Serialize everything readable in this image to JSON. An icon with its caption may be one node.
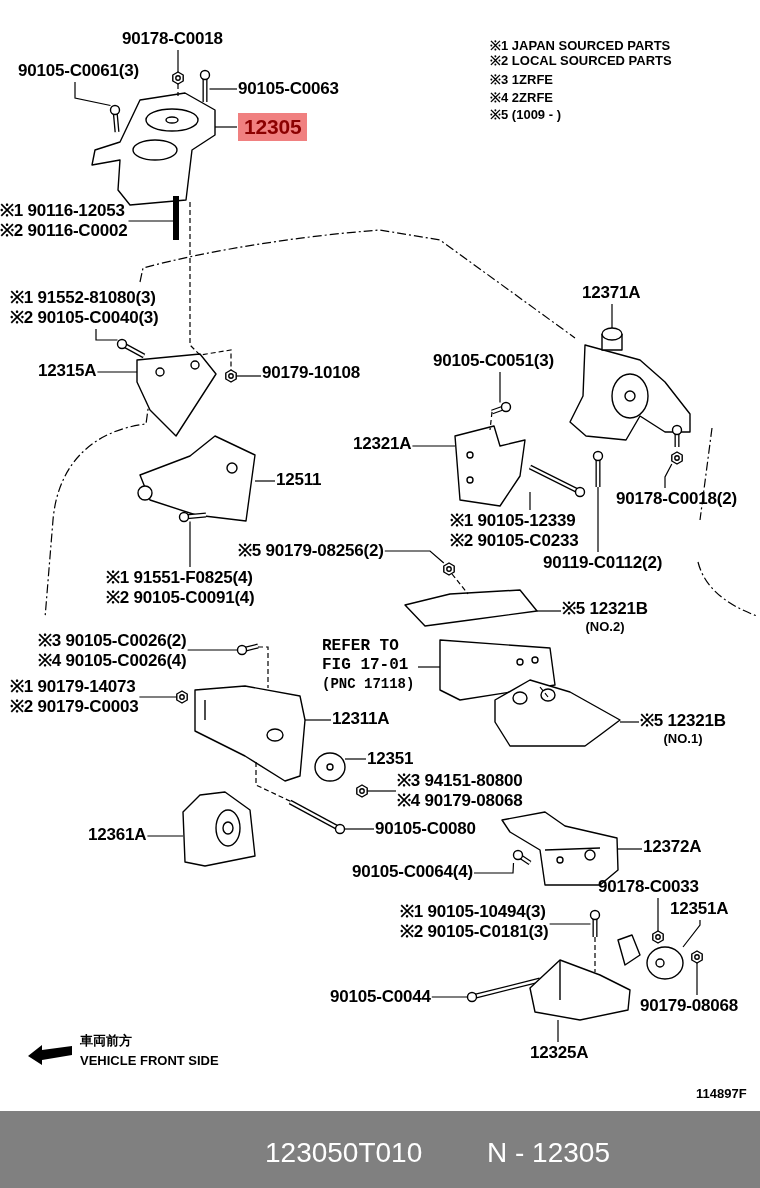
{
  "diagram": {
    "nodes": [
      {
        "text": [
          "90178-C0018"
        ]
      },
      {
        "text": [
          "90105-C0061(3)"
        ]
      },
      {
        "text": [
          "90105-C0063"
        ]
      },
      {
        "text": [
          "12305"
        ]
      },
      {
        "text": [
          "※1 90116-12053",
          "※2 90116-C0002"
        ]
      },
      {
        "text": [
          "※1 91552-81080(3)",
          "※2 90105-C0040(3)"
        ]
      },
      {
        "text": [
          "12315A"
        ]
      },
      {
        "text": [
          "90179-10108"
        ]
      },
      {
        "text": [
          "12511"
        ]
      },
      {
        "text": [
          "※1 91551-F0825(4)",
          "※2 90105-C0091(4)"
        ]
      },
      {
        "text": [
          "90105-C0051(3)"
        ]
      },
      {
        "text": [
          "12321A"
        ]
      },
      {
        "text": [
          "※1 90105-12339",
          "※2 90105-C0233"
        ]
      },
      {
        "text": [
          "12371A"
        ]
      },
      {
        "text": [
          "90178-C0018(2)"
        ]
      },
      {
        "text": [
          "90119-C0112(2)"
        ]
      },
      {
        "text": [
          "※5 90179-08256(2)"
        ]
      },
      {
        "text": [
          "※5 12321B",
          "(NO.2)"
        ]
      },
      {
        "text": [
          "REFER TO FIG 17-01",
          "(PNC 17118)"
        ]
      },
      {
        "text": [
          "※5 12321B",
          "(NO.1)"
        ]
      },
      {
        "text": [
          "※3 90105-C0026(2)",
          "※4 90105-C0026(4)"
        ]
      },
      {
        "text": [
          "※1 90179-14073",
          "※2 90179-C0003"
        ]
      },
      {
        "text": [
          "12311A"
        ]
      },
      {
        "text": [
          "12351"
        ]
      },
      {
        "text": [
          "※3 94151-80800",
          "※4 90179-08068"
        ]
      },
      {
        "text": [
          "90105-C0080"
        ]
      },
      {
        "text": [
          "12361A"
        ]
      },
      {
        "text": [
          "90105-C0064(4)"
        ]
      },
      {
        "text": [
          "12372A"
        ]
      },
      {
        "text": [
          "90178-C0033"
        ]
      },
      {
        "text": [
          "12351A"
        ]
      },
      {
        "text": [
          "※1 90105-10494(3)",
          "※2 90105-C0181(3)"
        ]
      },
      {
        "text": [
          "90105-C0044"
        ]
      },
      {
        "text": [
          "90179-08068"
        ]
      },
      {
        "text": [
          "12325A"
        ]
      },
      {
        "text": [],
        "shape": "picture"
      },
      {
        "text": [],
        "shape": "picture"
      },
      {
        "text": [],
        "shape": "picture"
      },
      {
        "text": [],
        "shape": "picture"
      },
      {
        "text": [],
        "shape": "picture"
      },
      {
        "text": [],
        "shape": "picture"
      },
      {
        "text": [],
        "shape": "picture"
      },
      {
        "text": [],
        "shape": "picture"
      },
      {
        "text": [],
        "shape": "picture"
      },
      {
        "text": [],
        "shape": "picture"
      },
      {
        "text": [],
        "shape": "picture"
      },
      {
        "text": [],
        "shape": "picture"
      },
      {
        "text": [],
        "shape": "picture"
      },
      {
        "text": [],
        "shape": "picture"
      },
      {
        "text": [],
        "shape": "picture"
      },
      {
        "text": [],
        "shape": "picture"
      },
      {
        "text": [],
        "shape": "picture"
      },
      {
        "text": [],
        "shape": "picture"
      },
      {
        "text": [],
        "shape": "picture"
      },
      {
        "text": [],
        "shape": "picture"
      },
      {
        "text": [],
        "shape": "picture"
      },
      {
        "text": [],
        "shape": "picture"
      },
      {
        "text": [],
        "shape": "picture"
      },
      {
        "text": [],
        "shape": "picture"
      },
      {
        "text": [],
        "shape": "picture"
      },
      {
        "text": [],
        "shape": "picture"
      },
      {
        "text": [],
        "shape": "picture"
      },
      {
        "text": [],
        "shape": "picture"
      },
      {
        "text": [],
        "shape": "picture"
      },
      {
        "text": [],
        "shape": "picture"
      },
      {
        "text": [],
        "shape": "picture"
      },
      {
        "text": [],
        "shape": "picture"
      },
      {
        "text": [],
        "shape": "picture"
      },
      {
        "text": [],
        "shape": "picture"
      },
      {
        "text": [],
        "shape": "picture"
      }
    ],
    "edges": [
      {
        "from": 0,
        "to": 35,
        "arrow": "none"
      },
      {
        "from": 1,
        "to": 36,
        "arrow": "none"
      },
      {
        "from": 2,
        "to": 37,
        "arrow": "none"
      },
      {
        "from": 3,
        "to": 38,
        "arrow": "none"
      },
      {
        "from": 4,
        "to": 39,
        "arrow": "none"
      },
      {
        "from": 5,
        "to": 40,
        "arrow": "none"
      },
      {
        "from": 6,
        "to": 41,
        "arrow": "none"
      },
      {
        "from": 7,
        "to": 42,
        "arrow": "none"
      },
      {
        "from": 8,
        "to": 43,
        "arrow": "none"
      },
      {
        "from": 9,
        "to": 44,
        "arrow": "none"
      },
      {
        "from": 10,
        "to": 45,
        "arrow": "none"
      },
      {
        "from": 11,
        "to": 46,
        "arrow": "none"
      },
      {
        "from": 12,
        "to": 47,
        "arrow": "none"
      },
      {
        "from": 13,
        "to": 48,
        "arrow": "none"
      },
      {
        "from": 14,
        "to": 49,
        "arrow": "none"
      },
      {
        "from": 15,
        "to": 50,
        "arrow": "none"
      },
      {
        "from": 16,
        "to": 51,
        "arrow": "none"
      },
      {
        "from": 17,
        "to": 52,
        "arrow": "none"
      },
      {
        "from": 18,
        "to": 53,
        "arrow": "none"
      },
      {
        "from": 19,
        "to": 54,
        "arrow": "none"
      },
      {
        "from": 20,
        "to": 55,
        "arrow": "none"
      },
      {
        "from": 21,
        "to": 56,
        "arrow": "none"
      },
      {
        "from": 22,
        "to": 57,
        "arrow": "none"
      },
      {
        "from": 23,
        "to": 58,
        "arrow": "none"
      },
      {
        "from": 24,
        "to": 59,
        "arrow": "none"
      },
      {
        "from": 25,
        "to": 60,
        "arrow": "none"
      },
      {
        "from": 26,
        "to": 61,
        "arrow": "none"
      },
      {
        "from": 27,
        "to": 62,
        "arrow": "none"
      },
      {
        "from": 28,
        "to": 63,
        "arrow": "none"
      },
      {
        "from": 29,
        "to": 64,
        "arrow": "none"
      },
      {
        "from": 30,
        "to": 65,
        "arrow": "none"
      },
      {
        "from": 31,
        "to": 66,
        "arrow": "none"
      },
      {
        "from": 32,
        "to": 67,
        "arrow": "none"
      },
      {
        "from": 33,
        "to": 68,
        "arrow": "none"
      },
      {
        "from": 34,
        "to": 69,
        "arrow": "none"
      },
      {
        "from": 35,
        "to": 38,
        "arrow": "none",
        "style": "dashed"
      },
      {
        "from": 38,
        "to": 42,
        "arrow": "none",
        "style": "dashed"
      },
      {
        "from": 45,
        "to": 46,
        "arrow": "none",
        "style": "dashed"
      },
      {
        "from": 51,
        "to": 52,
        "arrow": "none",
        "style": "dashed"
      },
      {
        "from": 53,
        "to": 54,
        "arrow": "none",
        "style": "dashed"
      },
      {
        "from": 55,
        "to": 57,
        "arrow": "none",
        "style": "dashed"
      },
      {
        "from": 57,
        "to": 60,
        "arrow": "none",
        "style": "dashed"
      },
      {
        "from": 66,
        "to": 69,
        "arrow": "none",
        "style": "dashed"
      }
    ],
    "labels": [
      "※1 JAPAN SOURCED PARTS",
      "※2 LOCAL SOURCED PARTS",
      "※3 1ZRFE",
      "※4 2ZRFE",
      "※5 (1009 - )",
      "車両前方",
      "VEHICLE FRONT SIDE",
      "114897F",
      "123050T010",
      "N - 12305"
    ]
  }
}
